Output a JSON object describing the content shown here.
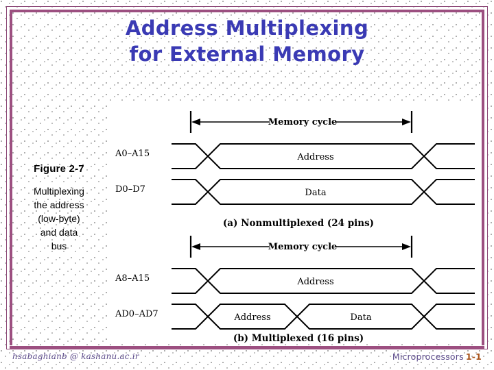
{
  "slide": {
    "title_line1": "Address Multiplexing",
    "title_line2": "for External Memory",
    "title_color": "#3a3ab4",
    "border_color": "#9c4f80",
    "background": "#ffffff"
  },
  "caption": {
    "figure_label": "Figure 2-7",
    "description_line1": "Multiplexing",
    "description_line2": "the address",
    "description_line3": "(low-byte)",
    "description_line4": "and data",
    "description_line5": "bus"
  },
  "figure": {
    "panel_a": {
      "cycle_label": "Memory cycle",
      "signals": [
        {
          "name": "A0–A15",
          "segments": [
            "Address"
          ]
        },
        {
          "name": "D0–D7",
          "segments": [
            "Data"
          ]
        }
      ],
      "caption": "(a) Nonmultiplexed (24 pins)"
    },
    "panel_b": {
      "cycle_label": "Memory cycle",
      "signals": [
        {
          "name": "A8–A15",
          "segments": [
            "Address"
          ]
        },
        {
          "name": "AD0–AD7",
          "segments": [
            "Address",
            "Data"
          ]
        }
      ],
      "caption": "(b) Multiplexed (16 pins)"
    }
  },
  "footer": {
    "email": "hsabaghianb @ kashanu.ac.ir",
    "course": "Microprocessors",
    "page": "1-1",
    "page_color": "#a8531b"
  }
}
